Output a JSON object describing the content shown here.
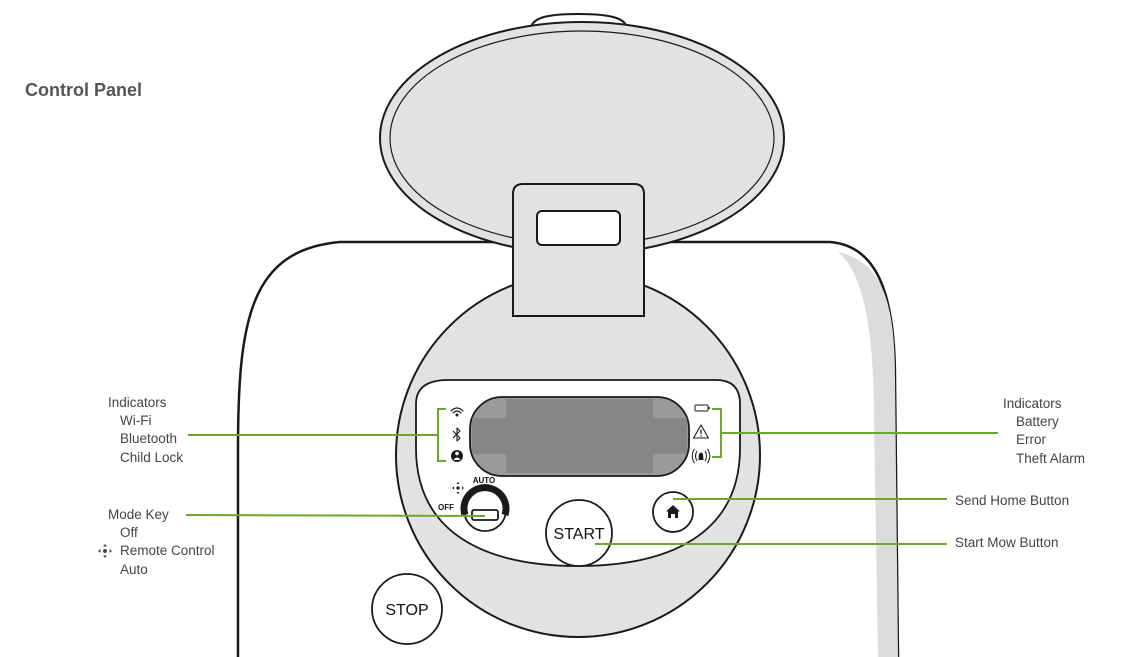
{
  "title": "Control Panel",
  "left_indicators": {
    "heading": "Indicators",
    "items": [
      "Wi-Fi",
      "Bluetooth",
      "Child Lock"
    ]
  },
  "mode_key": {
    "heading": "Mode Key",
    "items": [
      "Off",
      "Remote Control",
      "Auto"
    ],
    "dial_labels": {
      "auto": "AUTO",
      "off": "OFF"
    }
  },
  "right_indicators": {
    "heading": "Indicators",
    "items": [
      "Battery",
      "Error",
      "Theft Alarm"
    ]
  },
  "callouts": {
    "send_home": "Send Home Button",
    "start_mow": "Start Mow Button"
  },
  "buttons": {
    "start": "START",
    "stop": "STOP"
  },
  "colors": {
    "leader": "#6aa82f",
    "outline": "#1a1a1a",
    "body_fill": "#e2e2e2",
    "screen": "#8a8a8a",
    "label_text": "#444444"
  },
  "icons": {
    "left_indicators": [
      "wifi-icon",
      "bluetooth-icon",
      "child-lock-icon"
    ],
    "right_indicators": [
      "battery-icon",
      "error-icon",
      "theft-alarm-icon"
    ],
    "mode_key": "remote-control-icon",
    "send_home": "home-icon"
  }
}
